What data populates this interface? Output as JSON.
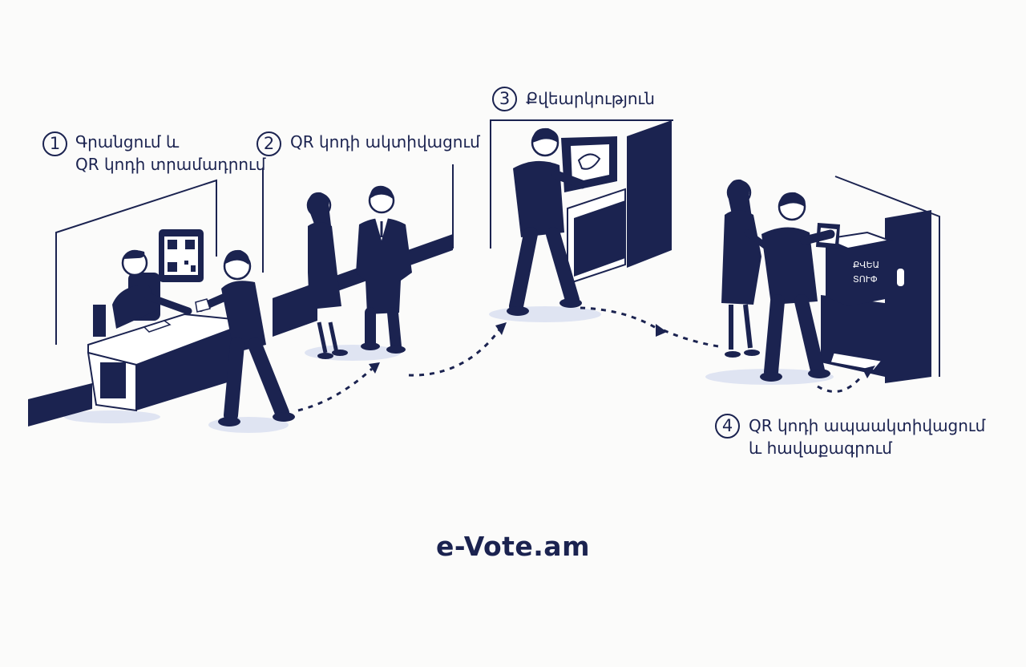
{
  "steps": [
    {
      "number": "1",
      "line1": "Գրանցում և",
      "line2": "QR կոդի տրամադրում"
    },
    {
      "number": "2",
      "line1": "QR կոդի ակտիվացում"
    },
    {
      "number": "3",
      "line1": "Քվեարկություն"
    },
    {
      "number": "4",
      "line1": "QR կոդի ապաակտիվացում",
      "line2": "և հավաքագրում"
    }
  ],
  "ballot_box": {
    "line1": "ՔՎԵԱ",
    "line2": "ՏՈՒՓ"
  },
  "brand": "e-Vote.am",
  "colors": {
    "primary": "#1b2350",
    "background": "#fbfbfa",
    "shadow": "#dfe4f2"
  },
  "icons": [
    "qr-code-icon",
    "voting-terminal-icon",
    "ballot-box-icon"
  ]
}
